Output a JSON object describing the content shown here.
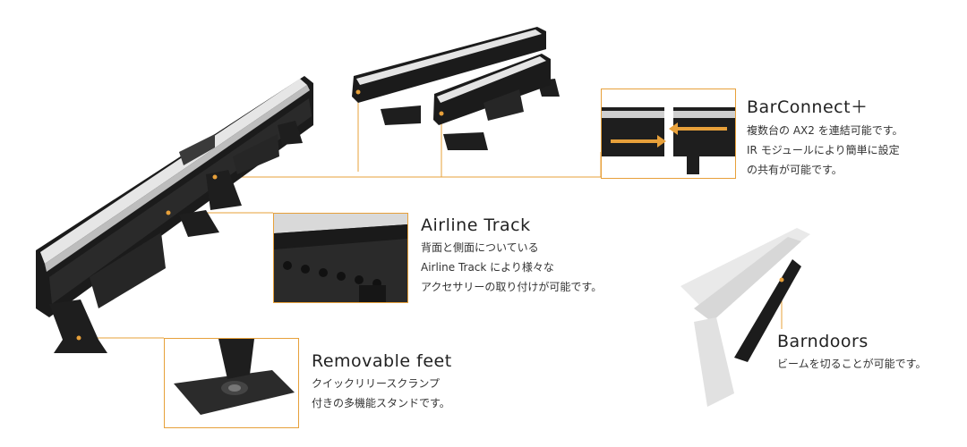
{
  "features": {
    "barconnect": {
      "title": "BarConnect＋",
      "lines": [
        "複数台の AX2 を連結可能です。",
        "IR モジュールにより簡単に設定",
        "の共有が可能です。"
      ]
    },
    "airline": {
      "title": "Airline Track",
      "lines": [
        "背面と側面についている",
        "Airline Track により様々な",
        "アクセサリーの取り付けが可能です。"
      ]
    },
    "feet": {
      "title": "Removable feet",
      "lines": [
        "クイックリリースクランプ",
        "付きの多機能スタンドです。"
      ]
    },
    "barndoors": {
      "title": "Barndoors",
      "lines": [
        "ビームを切ることが可能です。"
      ]
    }
  },
  "colors": {
    "accent": "#e7a03a",
    "text": "#222222",
    "fixture": "#1b1b1b",
    "lens": "#e8e8e8"
  }
}
